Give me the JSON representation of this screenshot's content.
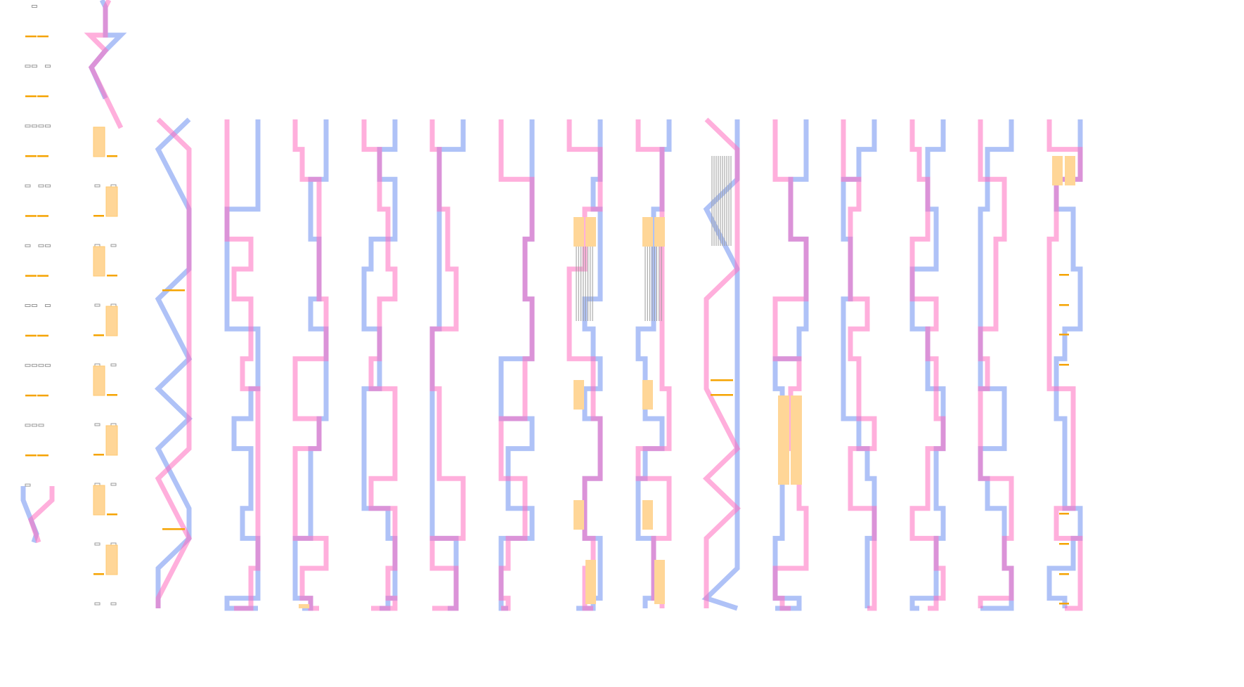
{
  "colors": {
    "blue_strand": "#6d8ff0",
    "pink_strand": "#ff6ec0",
    "overlap": "#c070d0",
    "orange_mark": "#f5a300",
    "peach_block": "#ffd697",
    "grey_tick": "#999999",
    "background": "#ffffff"
  },
  "diagram": {
    "column_count": 16,
    "strand_types": [
      "blue",
      "pink"
    ]
  }
}
